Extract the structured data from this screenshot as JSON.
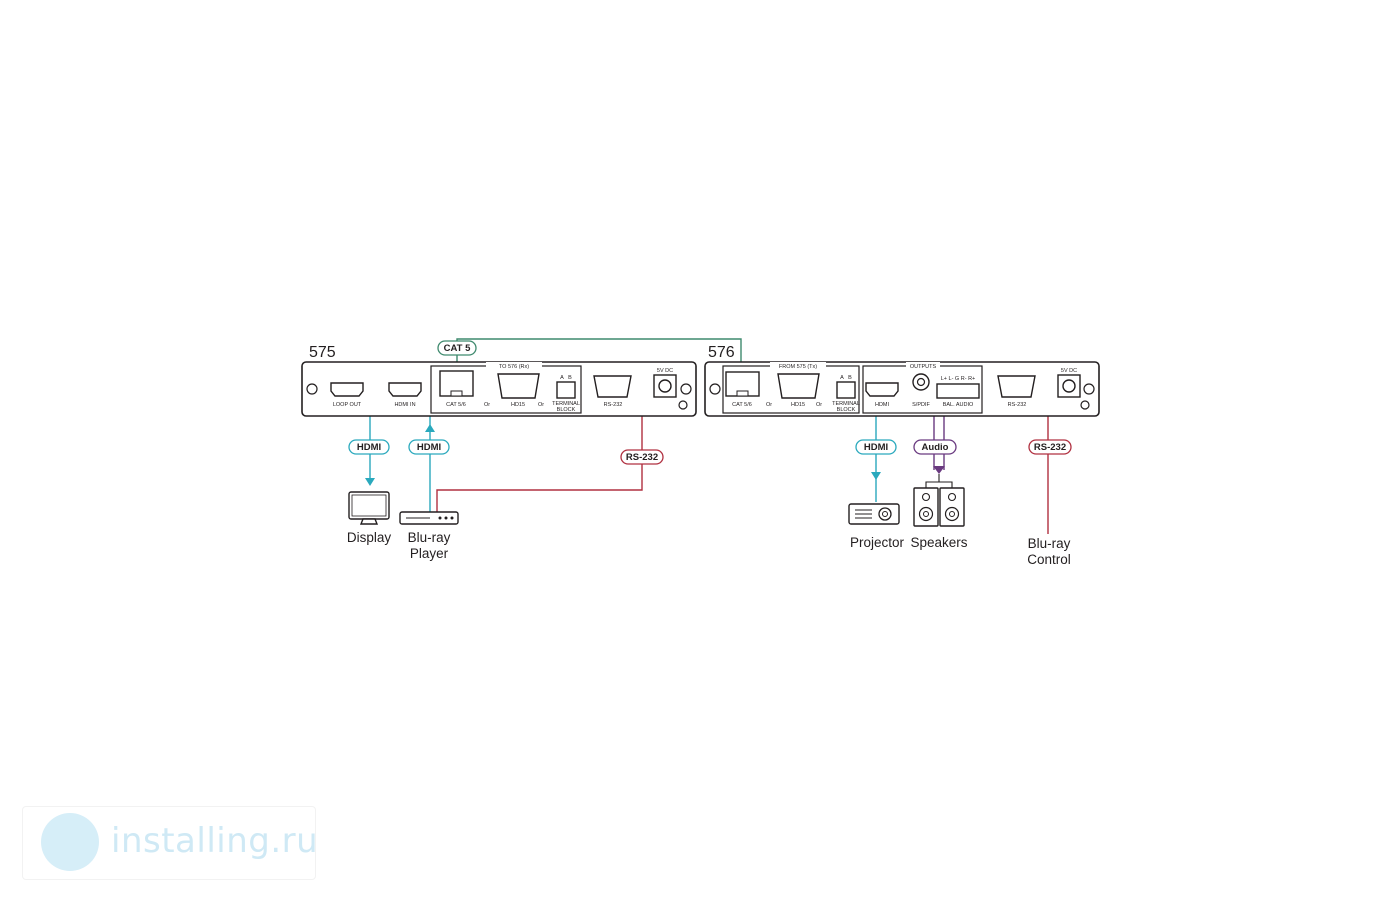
{
  "colors": {
    "hdmi_cable": "#2aa9bd",
    "rs232_cable": "#b03040",
    "cat_cable": "#3f8a6e",
    "audio_cable": "#6a3a80",
    "outline": "#231f20"
  },
  "unit_575": {
    "model": "575",
    "loop_out": "LOOP OUT",
    "hdmi_in": "HDMI IN",
    "group_title": "TO 576 (Rx)",
    "cat56": "CAT 5/6",
    "or1": "Or",
    "hd15": "HD15",
    "or2": "Or",
    "terminal_a": "A",
    "terminal_b": "B",
    "terminal_block_1": "TERMINAL",
    "terminal_block_2": "BLOCK",
    "rs232": "RS-232",
    "power": "5V DC"
  },
  "unit_576": {
    "model": "576",
    "group_title": "FROM 575 (Tx)",
    "cat56": "CAT 5/6",
    "or1": "Or",
    "hd15": "HD15",
    "or2": "Or",
    "terminal_a": "A",
    "terminal_b": "B",
    "terminal_block_1": "TERMINAL",
    "terminal_block_2": "BLOCK",
    "outputs_title": "OUTPUTS",
    "hdmi": "HDMI",
    "spdif": "S/PDIF",
    "bal_pins": "L+  L-  G  R-  R+",
    "bal_audio": "BAL. AUDIO",
    "rs232": "RS-232",
    "power": "5V DC"
  },
  "cable_tags": {
    "cat5": "CAT 5",
    "hdmi_display": "HDMI",
    "hdmi_bluray": "HDMI",
    "rs232_left": "RS-232",
    "hdmi_projector": "HDMI",
    "audio": "Audio",
    "rs232_right": "RS-232"
  },
  "devices": {
    "display": "Display",
    "bluray_1": "Blu-ray",
    "bluray_2": "Player",
    "projector": "Projector",
    "speakers": "Speakers",
    "control_1": "Blu-ray",
    "control_2": "Control"
  },
  "watermark": {
    "text": "installing.ru"
  }
}
